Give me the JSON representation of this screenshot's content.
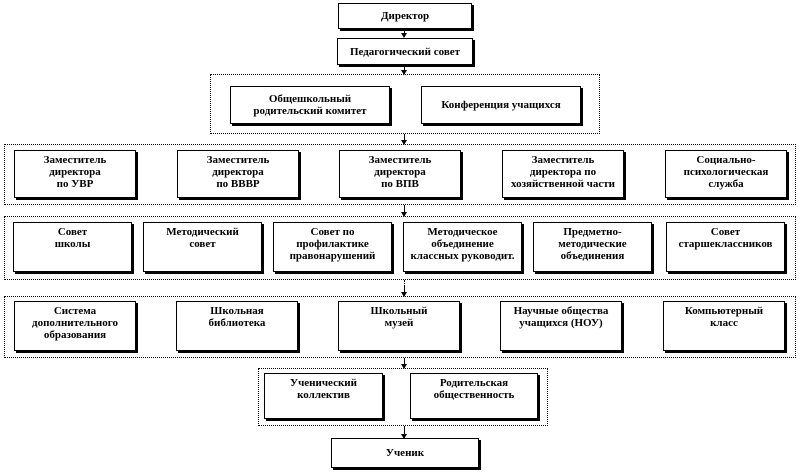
{
  "director": "Директор",
  "ped_council": "Педагогический совет",
  "group1": [
    "Общешкольный\nродительский комитет",
    "Конференция учащихся"
  ],
  "deputies": [
    "Заместитель\nдиректора\nпо УВР",
    "Заместитель\nдиректора\nпо ВВВР",
    "Заместитель\nдиректора\nпо ВПВ",
    "Заместитель\nдиректора по\nхозяйственной части",
    "Социально-\nпсихологическая\nслужба"
  ],
  "councils": [
    "Совет\nшколы",
    "Методический\nсовет",
    "Совет по\nпрофилактике\nправонарушений",
    "Методическое\nобъединение\nклассных руководит.",
    "Предметно-\nметодические\nобъединения",
    "Совет\nстаршеклассников"
  ],
  "services": [
    "Система\nдополнительного\nобразования",
    "Школьная\nбиблиотека",
    "Школьный\nмузей",
    "Научные общества\nучащихся  (НОУ)",
    "Компьютерный\nкласс"
  ],
  "collective": [
    "Ученический\nколлектив",
    "Родительская\nобщественность"
  ],
  "student": "Ученик"
}
